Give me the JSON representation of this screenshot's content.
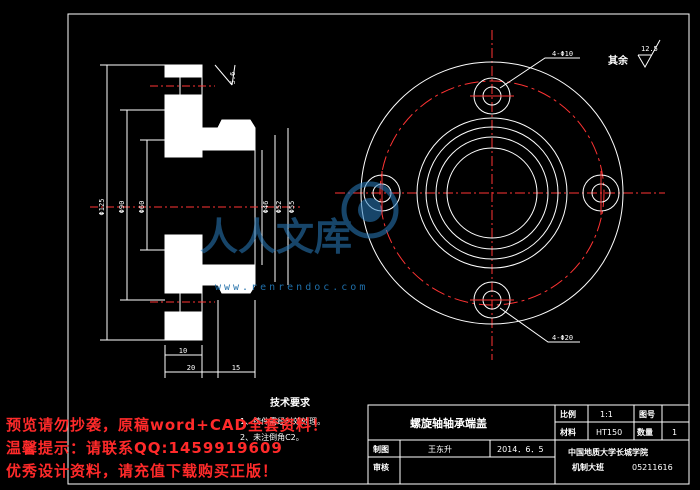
{
  "drawing": {
    "roughness_value": "12.5",
    "roughness_note": "其余",
    "dims": {
      "dia_outer": "Φ125",
      "dia_90": "Φ90",
      "dia_60": "Φ60",
      "dia_46": "Φ46",
      "dia_52": "Φ52",
      "dia_55": "Φ55",
      "len_20": "20",
      "len_10": "10",
      "len_15": "15",
      "chamfer_top": "5.6",
      "hole_label_top": "4-Φ10",
      "hole_label_bottom": "4-Φ20"
    }
  },
  "tech_requirements": {
    "title": "技术要求",
    "item1": "1、铸件需经时效处理。",
    "item2": "2、未注倒角C2。"
  },
  "title_block": {
    "part_name": "螺旋轴轴承端盖",
    "scale_label": "比例",
    "scale_value": "1:1",
    "drawing_no_label": "图号",
    "drawing_no_value": "",
    "material_label": "材料",
    "material_value": "HT150",
    "quantity_label": "数量",
    "quantity_value": "1",
    "drawn_label": "制图",
    "drawn_name": "王东升",
    "date": "2014．6．5",
    "check_label": "审核",
    "org_line1": "中国地质大学长城学院",
    "org_line2": "机制大班",
    "student_no": "05211616"
  },
  "watermark": {
    "logo_text": "人人文库",
    "url": "www.renrendoc.com",
    "line1": "预览请勿抄袭，原稿word+CAD全套资料！",
    "line2": "温馨提示：请联系QQ:1459919609",
    "line3": "优秀设计资料，请充值下载购买正版！"
  },
  "colors": {
    "line": "#ffffff",
    "center": "#ff3333",
    "watermark_red": "#ff2a2a",
    "watermark_blue": "#2a7fc0"
  }
}
